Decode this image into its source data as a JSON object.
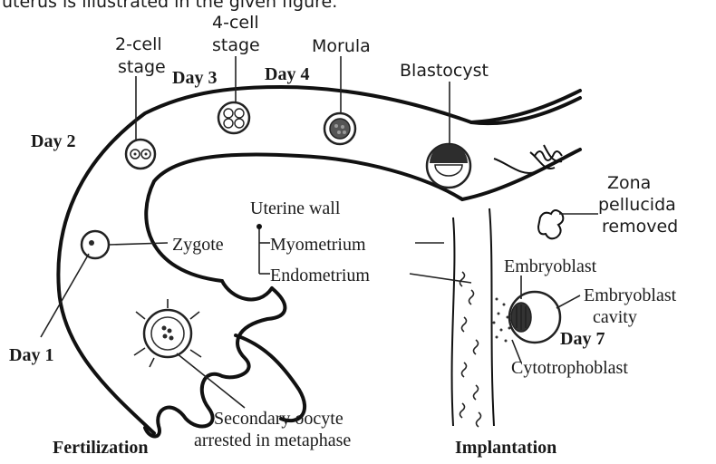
{
  "header": {
    "caption_fragment": "uterus is illustrated in the given figure."
  },
  "stages": {
    "two_cell": [
      "2-cell",
      "stage"
    ],
    "four_cell": [
      "4-cell",
      "stage"
    ],
    "morula": "Morula",
    "blastocyst": "Blastocyst"
  },
  "days": {
    "day1": "Day 1",
    "day2": "Day 2",
    "day3": "Day 3",
    "day4": "Day 4",
    "day7": "Day 7"
  },
  "labels": {
    "zygote": "Zygote",
    "uterine_wall": "Uterine wall",
    "myometrium": "Myometrium",
    "endometrium": "Endometrium",
    "zona": [
      "Zona",
      "pellucida",
      "removed"
    ],
    "embryoblast": "Embryoblast",
    "embryoblast_cavity": [
      "Embryoblast",
      "cavity"
    ],
    "cytotrophoblast": "Cytotrophoblast",
    "oocyte": [
      "Secondary oocyte",
      "arrested in metaphase"
    ],
    "fertilization": "Fertilization",
    "implantation": "Implantation"
  }
}
